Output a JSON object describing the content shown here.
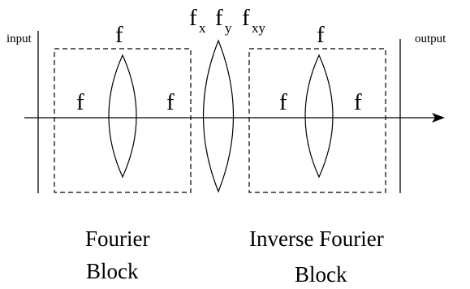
{
  "labels": {
    "input": "input",
    "output": "output",
    "f_top_left": "f",
    "f_left_outer": "f",
    "f_left_inner": "f",
    "f_top_right": "f",
    "f_right_inner": "f",
    "f_right_outer": "f",
    "fx_base": "f",
    "fx_sub": "x",
    "fy_base": "f",
    "fy_sub": "y",
    "fxy_base": "f",
    "fxy_sub": "xy"
  },
  "captions": {
    "fourier_line1": "Fourier",
    "fourier_line2": "Block",
    "inverse_line1": "Inverse Fourier",
    "inverse_line2": "Block"
  },
  "colors": {
    "stroke": "#000000",
    "background": "#ffffff"
  }
}
